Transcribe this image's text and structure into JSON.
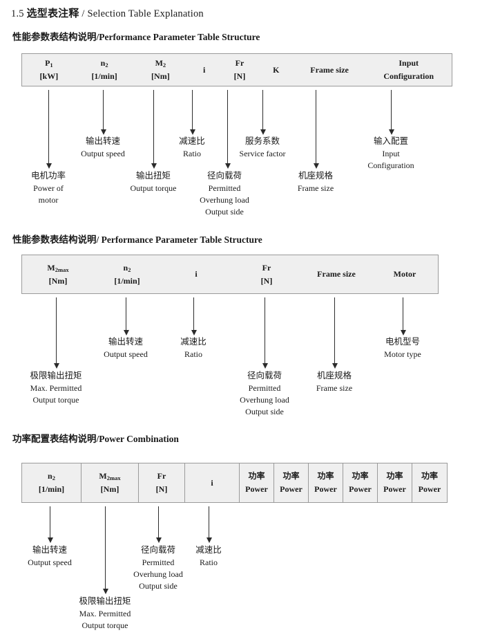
{
  "document": {
    "title_number": "1.5",
    "title_cn": "选型表注释",
    "title_sep": "/",
    "title_en": "Selection Table Explanation"
  },
  "sections": [
    {
      "heading_cn": "性能参数表结构说明",
      "heading_sep": "/",
      "heading_en": "Performance Parameter Table Structure",
      "table": {
        "bordered": false,
        "columns": [
          {
            "symbol": "P",
            "sub": "1",
            "unit": "[kW]"
          },
          {
            "symbol": "n",
            "sub": "2",
            "unit": "[1/min]"
          },
          {
            "symbol": "M",
            "sub": "2",
            "unit": "[Nm]"
          },
          {
            "symbol": "i",
            "sub": "",
            "unit": ""
          },
          {
            "symbol": "Fr",
            "sub": "",
            "unit": "[N]"
          },
          {
            "symbol": "K",
            "sub": "",
            "unit": ""
          },
          {
            "symbol": "Frame size",
            "sub": "",
            "unit": ""
          },
          {
            "symbol": "Input",
            "sub": "",
            "unit": "Configuration"
          }
        ]
      },
      "notes": [
        {
          "cn": "电机功率",
          "en": [
            "Power of",
            "motor"
          ]
        },
        {
          "cn": "输出转速",
          "en": [
            "Output speed"
          ]
        },
        {
          "cn": "输出扭矩",
          "en": [
            "Output torque"
          ]
        },
        {
          "cn": "减速比",
          "en": [
            "Ratio"
          ]
        },
        {
          "cn": "径向载荷",
          "en": [
            "Permitted",
            "Overhung load",
            "Output side"
          ]
        },
        {
          "cn": "服务系数",
          "en": [
            "Service factor"
          ]
        },
        {
          "cn": "机座规格",
          "en": [
            "Frame size"
          ]
        },
        {
          "cn": "输入配置",
          "en": [
            "Input",
            "Configuration"
          ]
        }
      ]
    },
    {
      "heading_cn": "性能参数表结构说明",
      "heading_sep": "/",
      "heading_en": "Performance Parameter Table Structure",
      "table": {
        "bordered": false,
        "columns": [
          {
            "symbol": "M",
            "sub": "2max",
            "unit": "[Nm]"
          },
          {
            "symbol": "n",
            "sub": "2",
            "unit": "[1/min]"
          },
          {
            "symbol": "i",
            "sub": "",
            "unit": ""
          },
          {
            "symbol": "Fr",
            "sub": "",
            "unit": "[N]"
          },
          {
            "symbol": "Frame size",
            "sub": "",
            "unit": ""
          },
          {
            "symbol": "Motor",
            "sub": "",
            "unit": ""
          }
        ]
      },
      "notes": [
        {
          "cn": "极限输出扭矩",
          "en": [
            "Max. Permitted",
            "Output  torque"
          ]
        },
        {
          "cn": "输出转速",
          "en": [
            "Output speed"
          ]
        },
        {
          "cn": "减速比",
          "en": [
            "Ratio"
          ]
        },
        {
          "cn": "径向载荷",
          "en": [
            "Permitted",
            "Overhung load",
            "Output side"
          ]
        },
        {
          "cn": "机座规格",
          "en": [
            "Frame size"
          ]
        },
        {
          "cn": "电机型号",
          "en": [
            "Motor type"
          ]
        }
      ]
    },
    {
      "heading_cn": "功率配置表结构说明",
      "heading_sep": "/",
      "heading_en": "Power Combination",
      "table": {
        "bordered": true,
        "columns": [
          {
            "symbol": "n",
            "sub": "2",
            "unit": "[1/min]"
          },
          {
            "symbol": "M",
            "sub": "2max",
            "unit": "[Nm]"
          },
          {
            "symbol": "Fr",
            "sub": "",
            "unit": "[N]"
          },
          {
            "symbol": "i",
            "sub": "",
            "unit": ""
          },
          {
            "symbol": "功率",
            "sub": "",
            "unit": "Power"
          },
          {
            "symbol": "功率",
            "sub": "",
            "unit": "Power"
          },
          {
            "symbol": "功率",
            "sub": "",
            "unit": "Power"
          },
          {
            "symbol": "功率",
            "sub": "",
            "unit": "Power"
          },
          {
            "symbol": "功率",
            "sub": "",
            "unit": "Power"
          },
          {
            "symbol": "功率",
            "sub": "",
            "unit": "Power"
          }
        ]
      },
      "notes": [
        {
          "cn": "输出转速",
          "en": [
            "Output speed"
          ]
        },
        {
          "cn": "极限输出扭矩",
          "en": [
            "Max. Permitted",
            "Output  torque"
          ]
        },
        {
          "cn": "径向载荷",
          "en": [
            "Permitted",
            "Overhung load",
            "Output side"
          ]
        },
        {
          "cn": "减速比",
          "en": [
            "Ratio"
          ]
        }
      ]
    }
  ]
}
